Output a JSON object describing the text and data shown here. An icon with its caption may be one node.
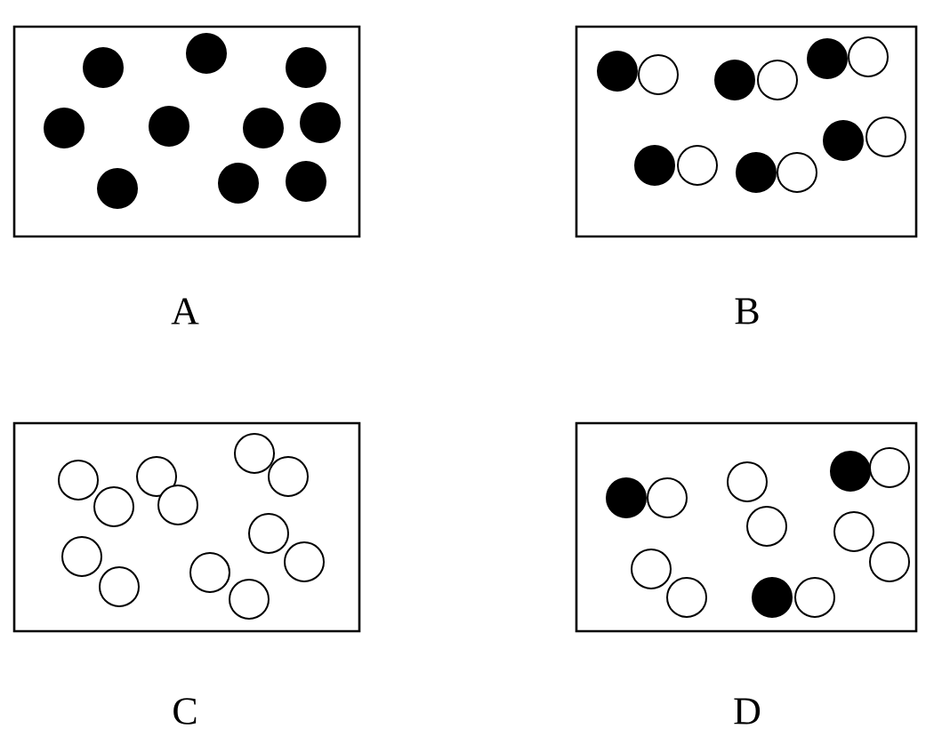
{
  "diagram": {
    "nodes": [
      {
        "text": [],
        "shape": "box",
        "beside": [
          "A"
        ]
      },
      {
        "text": [],
        "shape": "box",
        "beside": [
          "B"
        ]
      },
      {
        "text": [],
        "shape": "box",
        "beside": [
          "C"
        ]
      },
      {
        "text": [],
        "shape": "box",
        "beside": [
          "D"
        ]
      }
    ]
  }
}
